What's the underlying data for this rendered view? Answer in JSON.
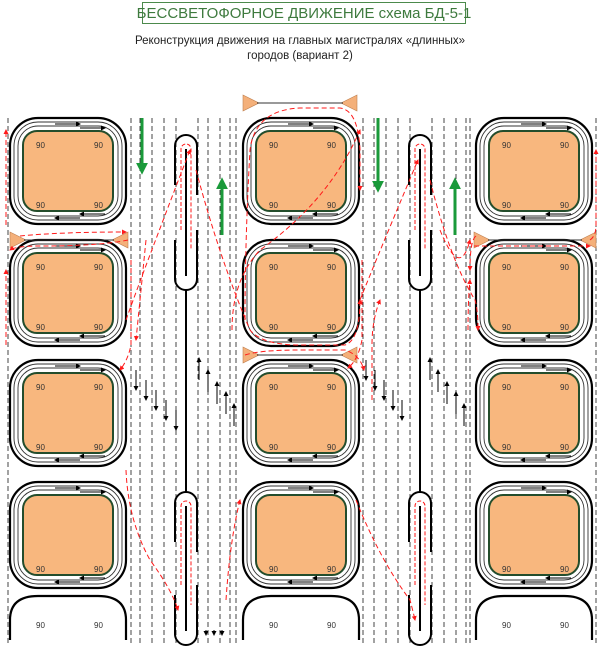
{
  "header": {
    "title": "БЕССВЕТОФОРНОЕ ДВИЖЕНИЕ схема БД-5-1",
    "subtitle_line1": "Реконструкция движения на главных магистралях «длинных»",
    "subtitle_line2": "городов (вариант 2)"
  },
  "colors": {
    "block_fill": "#f8b77e",
    "block_border": "#244d2c",
    "road_line": "#000000",
    "lane_dash": "#444444",
    "route_red": "#ff1a1a",
    "flow_green": "#1a9a3a",
    "island_fill": "#f4b07a",
    "title_green": "#3e7a3e"
  },
  "corner_label": "90",
  "columns": [
    {
      "name": "left",
      "blocks": [
        {
          "id": "L1",
          "labels": [
            "90",
            "90",
            "90",
            "90"
          ],
          "partial": false
        },
        {
          "id": "L2",
          "labels": [
            "90",
            "90",
            "90",
            "90"
          ],
          "partial": false
        },
        {
          "id": "L3",
          "labels": [
            "90",
            "90",
            "90",
            "90"
          ],
          "partial": false
        },
        {
          "id": "L4",
          "labels": [
            "90",
            "90"
          ],
          "partial": false
        },
        {
          "id": "L5",
          "labels": [
            "90",
            "90"
          ],
          "partial": true
        }
      ]
    },
    {
      "name": "center",
      "blocks": [
        {
          "id": "C1",
          "labels": [
            "90",
            "90",
            "90",
            "90"
          ],
          "partial": false
        },
        {
          "id": "C2",
          "labels": [
            "90",
            "90",
            "90",
            "90"
          ],
          "partial": false
        },
        {
          "id": "C3",
          "labels": [
            "90",
            "90",
            "90",
            "90"
          ],
          "partial": false
        },
        {
          "id": "C4",
          "labels": [
            "90",
            "90"
          ],
          "partial": false
        },
        {
          "id": "C5",
          "labels": [
            "90",
            "90"
          ],
          "partial": true
        }
      ]
    },
    {
      "name": "right",
      "blocks": [
        {
          "id": "R1",
          "labels": [
            "90",
            "90",
            "90",
            "90"
          ],
          "partial": false
        },
        {
          "id": "R2",
          "labels": [
            "90",
            "90",
            "90",
            "90"
          ],
          "partial": false
        },
        {
          "id": "R3",
          "labels": [
            "90",
            "90",
            "90",
            "90"
          ],
          "partial": false
        },
        {
          "id": "R4",
          "labels": [
            "90",
            "90"
          ],
          "partial": false
        },
        {
          "id": "R5",
          "labels": [
            "90",
            "90"
          ],
          "partial": true
        }
      ]
    }
  ],
  "magistrals": [
    {
      "name": "left-magistral",
      "flow_down_label": "down",
      "flow_up_label": "up"
    },
    {
      "name": "right-magistral",
      "flow_down_label": "down",
      "flow_up_label": "up"
    }
  ]
}
